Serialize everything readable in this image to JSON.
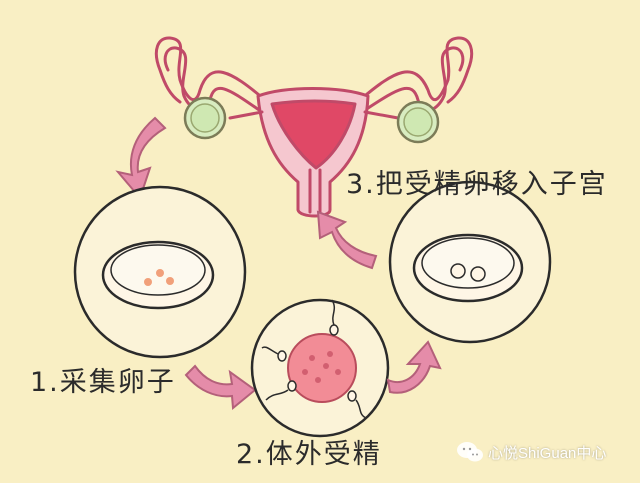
{
  "steps": [
    {
      "label": "1.采集卵子"
    },
    {
      "label": "2.体外受精"
    },
    {
      "label": "3.把受精卵移入子宫"
    }
  ],
  "watermark": {
    "text": "心悦ShiGuan中心",
    "icon": "wechat-icon"
  },
  "colors": {
    "background": "#f9efc4",
    "uterus_fill": "#e04866",
    "uterus_outline": "#c04a68",
    "ovary_fill": "#d8ecc0",
    "arrow_fill": "#e58ca9",
    "dish_fill": "#fff6e6",
    "egg_fill": "#f1a07a",
    "cell_fill": "#f28c96"
  }
}
